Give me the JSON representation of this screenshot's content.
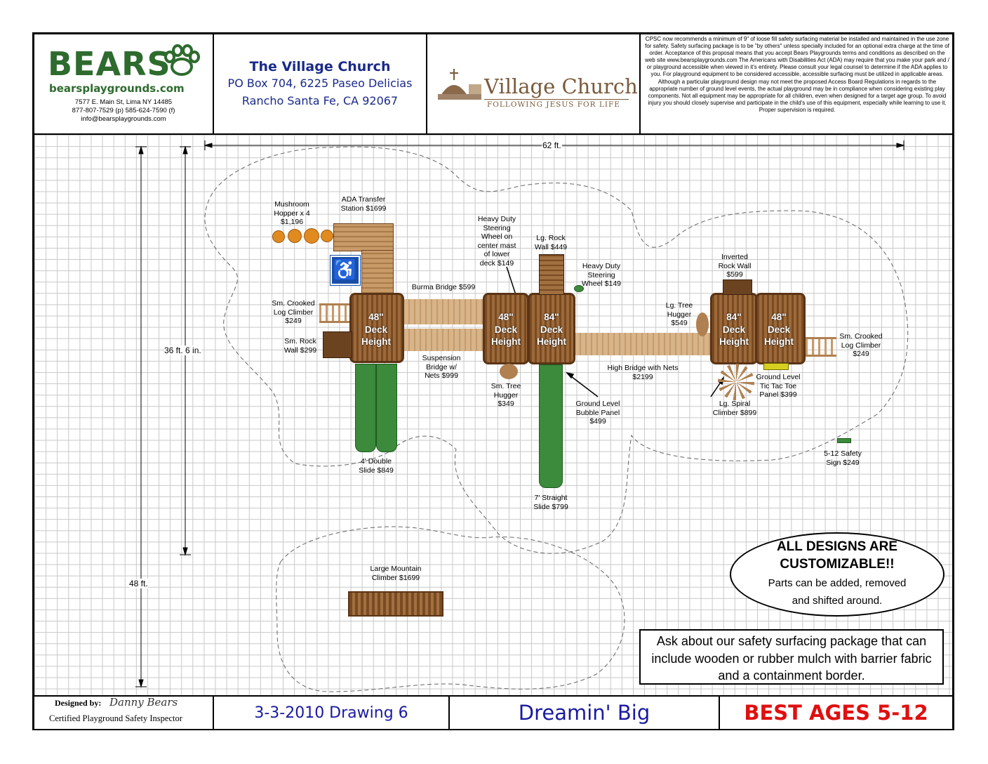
{
  "header": {
    "logo_text": "BEARS",
    "logo_site": "bearsplaygrounds.com",
    "address": "7577 E. Main St, Lima NY 14485",
    "phones": "877-807-7529 (p) 585-624-7590 (f)",
    "email": "info@bearsplaygrounds.com",
    "client_name": "The Village Church",
    "client_addr1": "PO Box 704, 6225 Paseo Delicias",
    "client_addr2": "Rancho Santa Fe, CA 92067",
    "church_logo_title": "Village Church",
    "church_logo_tagline": "FOLLOWING JESUS FOR LIFE",
    "disclaimer": "CPSC now recommends a minimum of 9\" of loose fill safety surfacing material be installed and maintained in the use zone for safety. Safety surfacing package is to be \"by others\" unless specially included for an optional extra charge at the time of order. Acceptance of this proposal means that you accept Bears Playgrounds terms and conditions as described on the web site www.bearsplaygrounds.com The Americans with Disabilities Act (ADA) may require that you make your park and / or playground accessible when viewed in it's entirety. Please consult your legal counsel to determine if the ADA applies to you. For playground equipment to be considered accessible, accessible surfacing must be utilized in applicable areas. Although a particular playground design may not meet the proposed Access Board Regulations in regards to the appropriate number of ground level events, the actual playground may be in compliance when considering existing play components. Not all equipment may be appropriate for all children, even when designed for a target age group. To avoid injury you should closely supervise and participate in the child's use of this equipment, especially while learning to use it. Proper supervision is required."
  },
  "dimensions": {
    "width": "62 ft.",
    "depth": "36 ft. 6 in.",
    "zone": "48 ft."
  },
  "decks": [
    {
      "l1": "48\"",
      "l2": "Deck",
      "l3": "Height"
    },
    {
      "l1": "48\"",
      "l2": "Deck",
      "l3": "Height"
    },
    {
      "l1": "84\"",
      "l2": "Deck",
      "l3": "Height"
    },
    {
      "l1": "84\"",
      "l2": "Deck",
      "l3": "Height"
    },
    {
      "l1": "48\"",
      "l2": "Deck",
      "l3": "Height"
    }
  ],
  "labels": {
    "mushroom": "Mushroom\nHopper x 4\n$1,196",
    "ada": "ADA Transfer\nStation $1699",
    "steering1": "Heavy Duty\nSteering\nWheel on\ncenter mast\nof lower\ndeck $149",
    "rockwall_lg": "Lg. Rock\nWall $449",
    "steering2": "Heavy Duty\nSteering\nWheel $149",
    "inverted": "Inverted\nRock Wall\n$599",
    "burma": "Burma Bridge $599",
    "crooked_l": "Sm. Crooked\nLog Climber\n$249",
    "rockwall_sm": "Sm. Rock\nWall $299",
    "tree_lg": "Lg. Tree\nHugger\n$549",
    "crooked_r": "Sm. Crooked\nLog Climber\n$249",
    "suspension": "Suspension\nBridge w/\nNets $999",
    "tree_sm": "Sm. Tree\nHugger\n$349",
    "high_bridge": "High Bridge with Nets\n$2199",
    "tictac": "Ground Level\nTic Tac Toe\nPanel $399",
    "bubble": "Ground Level\nBubble Panel\n$499",
    "spiral": "Lg. Spiral\nClimber $899",
    "double_slide": "4' Double\nSlide $849",
    "straight_slide": "7' Straight\nSlide $799",
    "sign": "5-12 Safety\nSign $249",
    "mountain": "Large Mountain\nClimber $1699"
  },
  "callouts": {
    "custom_title1": "ALL DESIGNS ARE",
    "custom_title2": "CUSTOMIZABLE!!",
    "custom_body": "Parts can be added, removed\nand shifted around.",
    "surfacing": "Ask about our safety surfacing package that can include wooden or rubber mulch with barrier fabric and a containment border."
  },
  "footer": {
    "designed_by_label": "Designed by:",
    "designer": "Danny Bears",
    "credential": "Certified Playground Safety Inspector",
    "drawing": "3-3-2010 Drawing 6",
    "design_name": "Dreamin' Big",
    "ages": "BEST AGES 5-12"
  },
  "colors": {
    "bears_green": "#2e6b2e",
    "church_blue": "#1a2a8a",
    "ages_red": "#e01010",
    "name_blue": "#1a1aa0",
    "deck_brown": "#7a4a22",
    "slide_green": "#3c8a3c"
  }
}
